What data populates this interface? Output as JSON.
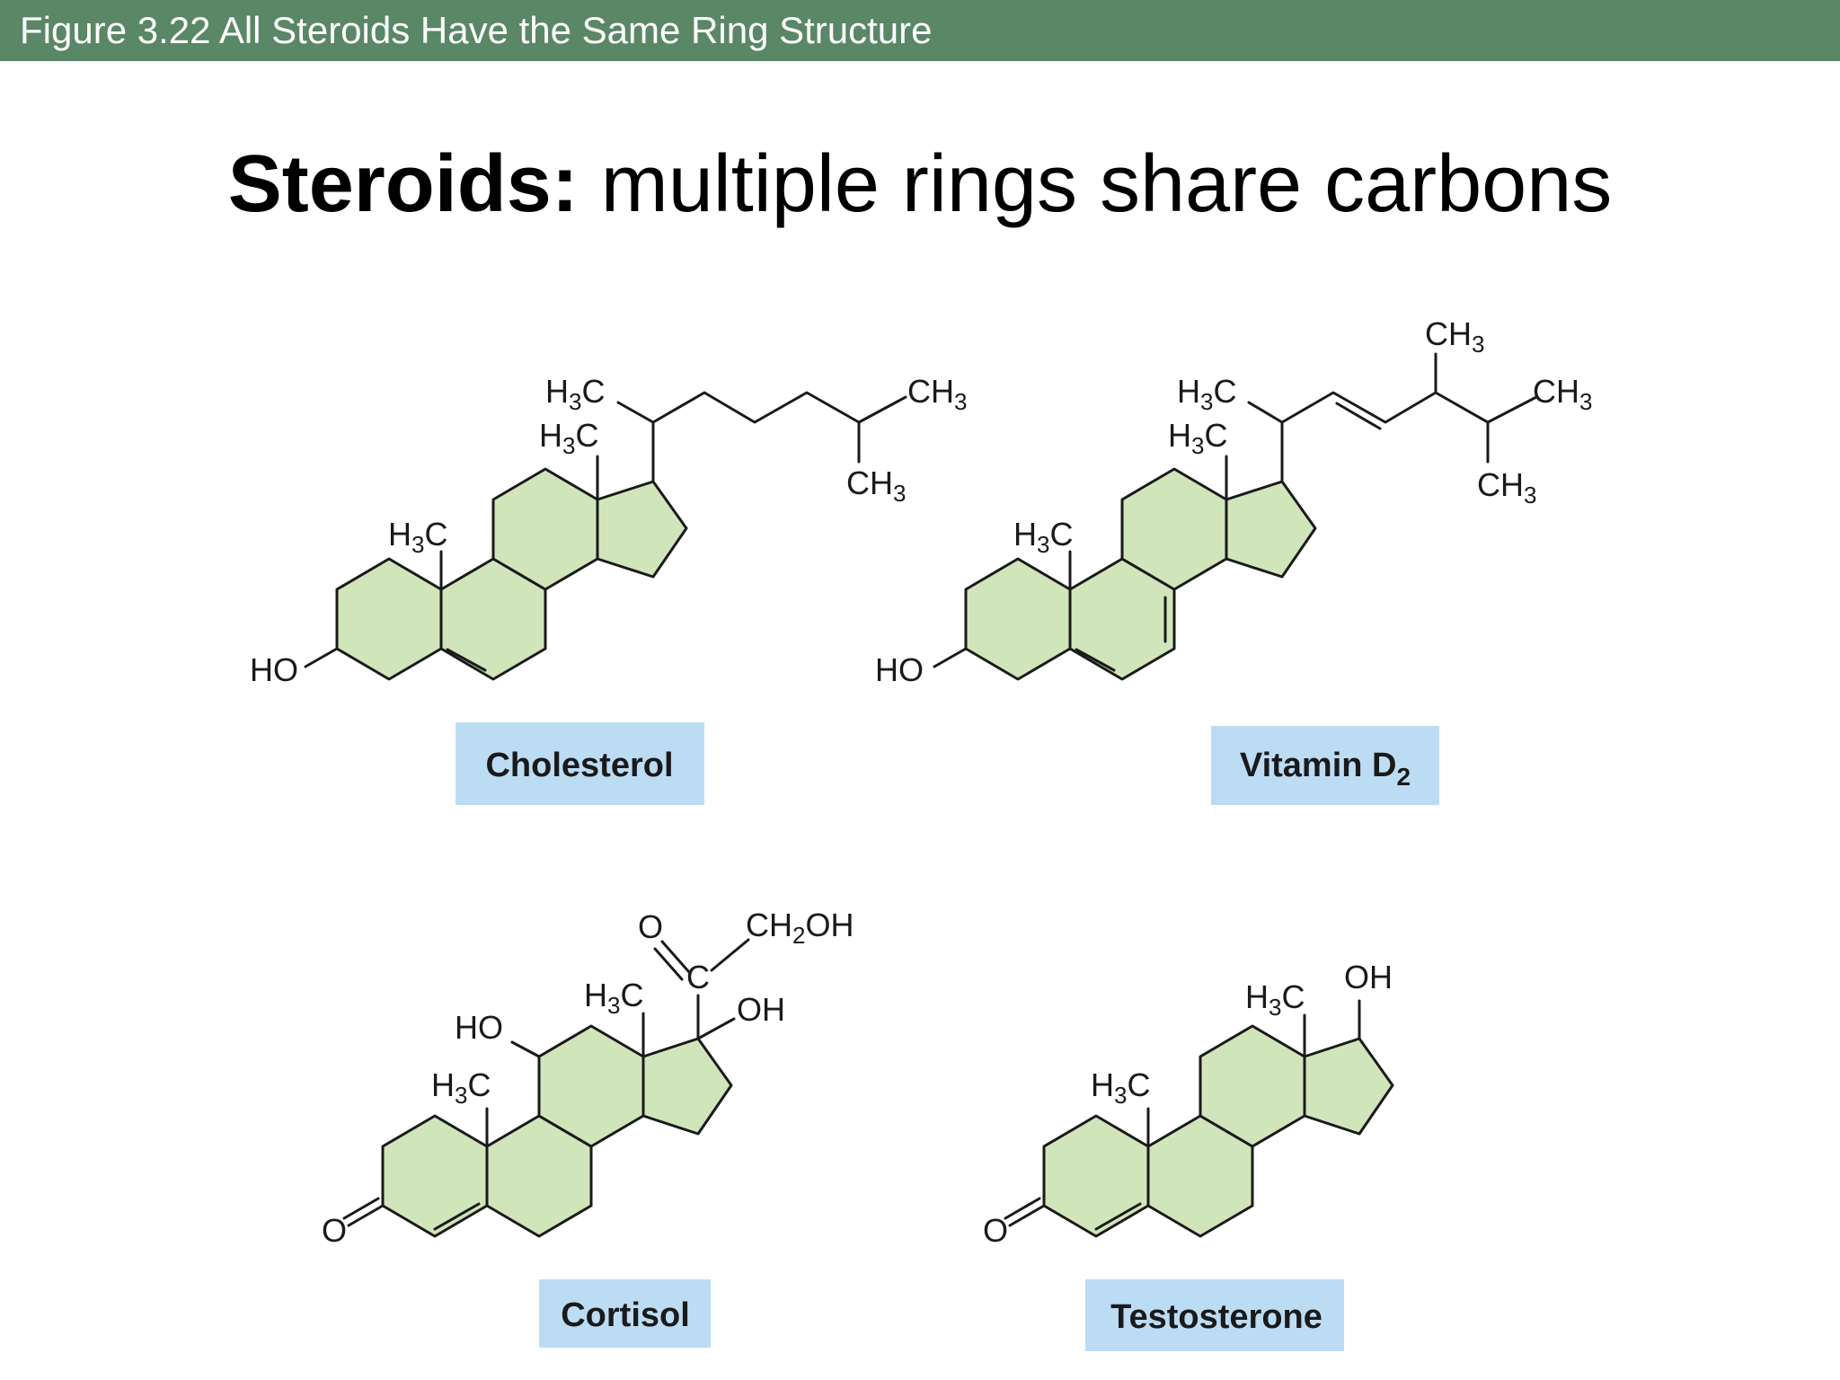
{
  "header": {
    "title": "Figure 3.22 All Steroids Have the Same Ring Structure"
  },
  "slide": {
    "title_bold": "Steroids:",
    "title_rest": " multiple rings share carbons"
  },
  "colors": {
    "header_bg": "#5a8765",
    "ring_fill": "#d1e5bb",
    "label_bg": "#bcdcf4"
  },
  "molecules": {
    "cholesterol": {
      "name": "Cholesterol",
      "groups": {
        "ho": "HO",
        "h3c_a": "H3C",
        "h3c_b": "H3C",
        "h3c_c": "H3C",
        "ch3_a": "CH3",
        "ch3_b": "CH3"
      }
    },
    "vitamin_d2": {
      "name": "Vitamin D",
      "name_sub": "2",
      "groups": {
        "ho": "HO",
        "h3c_a": "H3C",
        "h3c_b": "H3C",
        "h3c_c": "H3C",
        "ch3_a": "CH3",
        "ch3_b": "CH3",
        "ch3_c": "CH3"
      }
    },
    "cortisol": {
      "name": "Cortisol",
      "groups": {
        "o_ketone": "O",
        "o_carbonyl": "O",
        "c": "C",
        "ch2oh": "CH2OH",
        "oh": "OH",
        "ho": "HO",
        "h3c_a": "H3C",
        "h3c_b": "H3C"
      }
    },
    "testosterone": {
      "name": "Testosterone",
      "groups": {
        "o_ketone": "O",
        "oh": "OH",
        "h3c_a": "H3C",
        "h3c_b": "H3C"
      }
    }
  }
}
